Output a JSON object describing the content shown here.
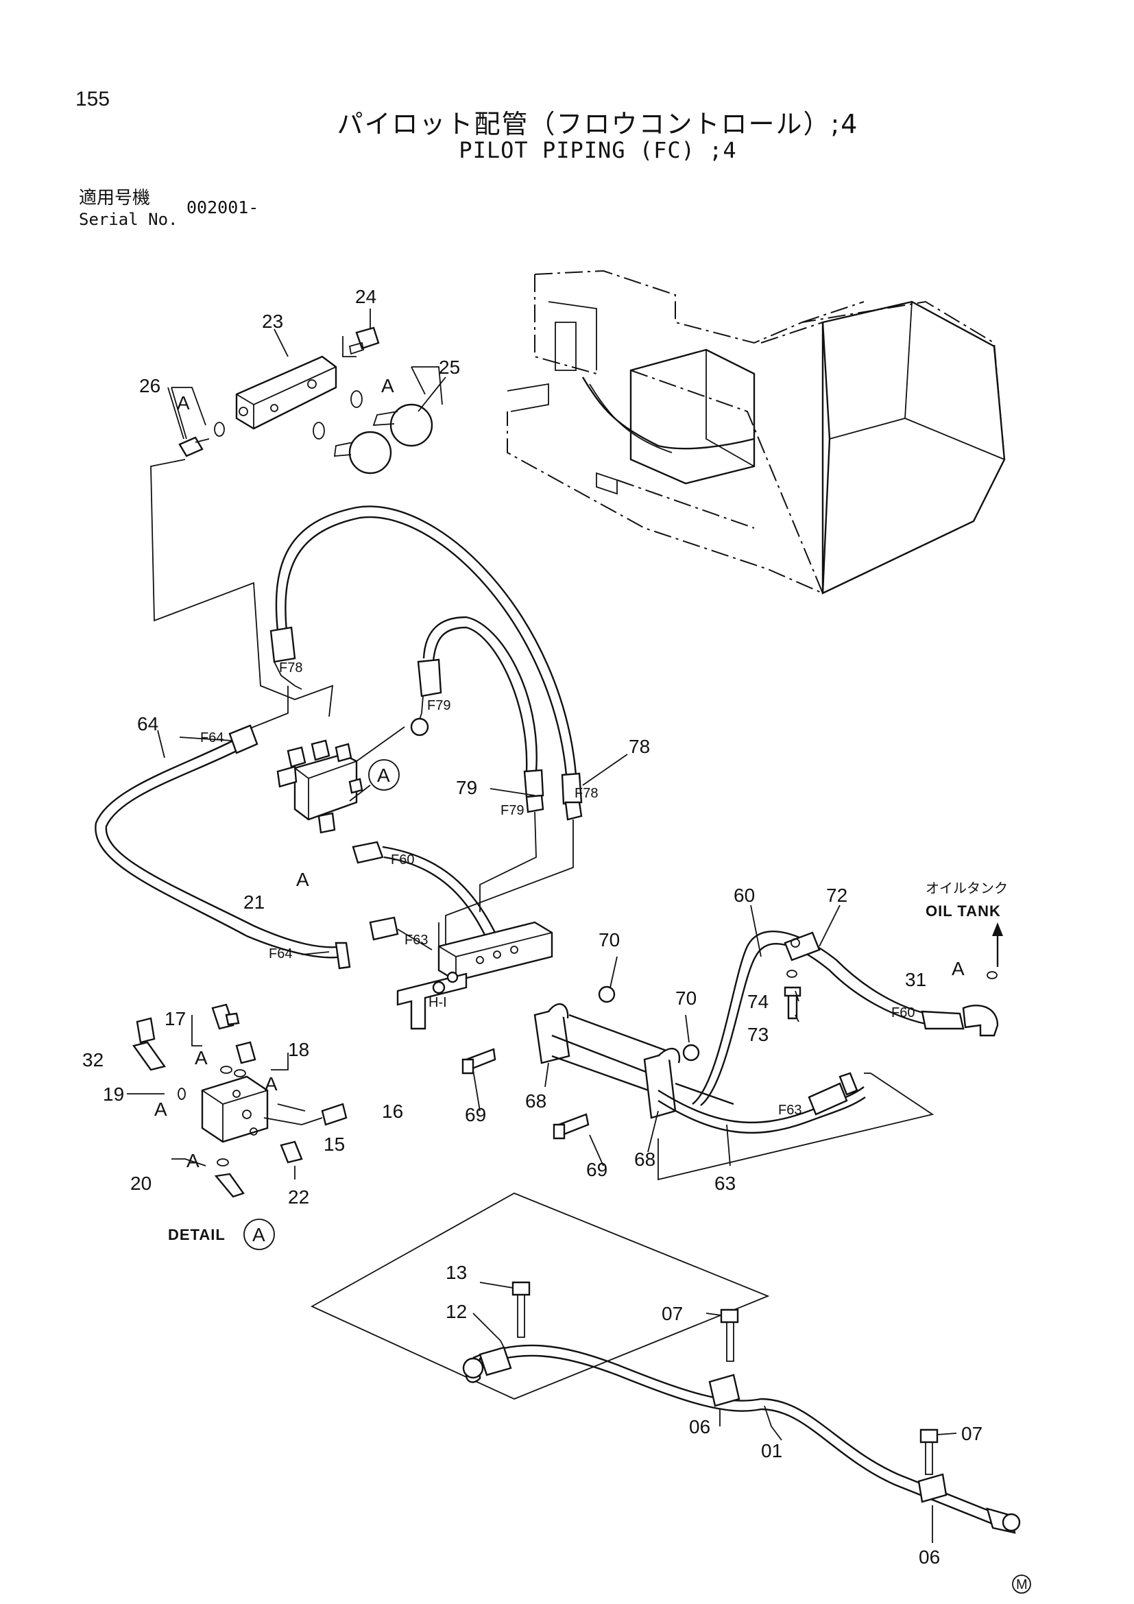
{
  "header": {
    "page_number": "155",
    "title_jp": "パイロット配管（フロウコントロール）;4",
    "title_en": "PILOT PIPING (FC) ;4",
    "serial_label_jp": "適用号機",
    "serial_label_en": "Serial No.",
    "serial_value": "002001-"
  },
  "labels": {
    "p01": "01",
    "p06a": "06",
    "p06b": "06",
    "p07a": "07",
    "p07b": "07",
    "p12": "12",
    "p13": "13",
    "p15": "15",
    "p16": "16",
    "p17": "17",
    "p18": "18",
    "p19": "19",
    "p20": "20",
    "p21": "21",
    "p22": "22",
    "p23": "23",
    "p24": "24",
    "p25": "25",
    "p26": "26",
    "p31": "31",
    "p32": "32",
    "p60": "60",
    "p63": "63",
    "p64": "64",
    "p68a": "68",
    "p68b": "68",
    "p69a": "69",
    "p69b": "69",
    "p70a": "70",
    "p70b": "70",
    "p72": "72",
    "p73": "73",
    "p74": "74",
    "p78": "78",
    "p79": "79"
  },
  "fittings": {
    "f78a": "F78",
    "f78b": "F78",
    "f79a": "F79",
    "f79b": "F79",
    "f64a": "F64",
    "f64b": "F64",
    "f60a": "F60",
    "f60b": "F60",
    "f63a": "F63",
    "f63b": "F63"
  },
  "callouts": {
    "a1": "A",
    "a2": "A",
    "a3": "A",
    "a4": "A",
    "a5": "A",
    "a6": "A",
    "a7": "A",
    "a8": "A",
    "circle_a": "A",
    "hi": "H-I"
  },
  "oil_tank": {
    "jp": "オイルタンク",
    "en": "OIL TANK"
  },
  "detail_label": "DETAIL",
  "detail_letter": "A",
  "footer_mark": "M"
}
